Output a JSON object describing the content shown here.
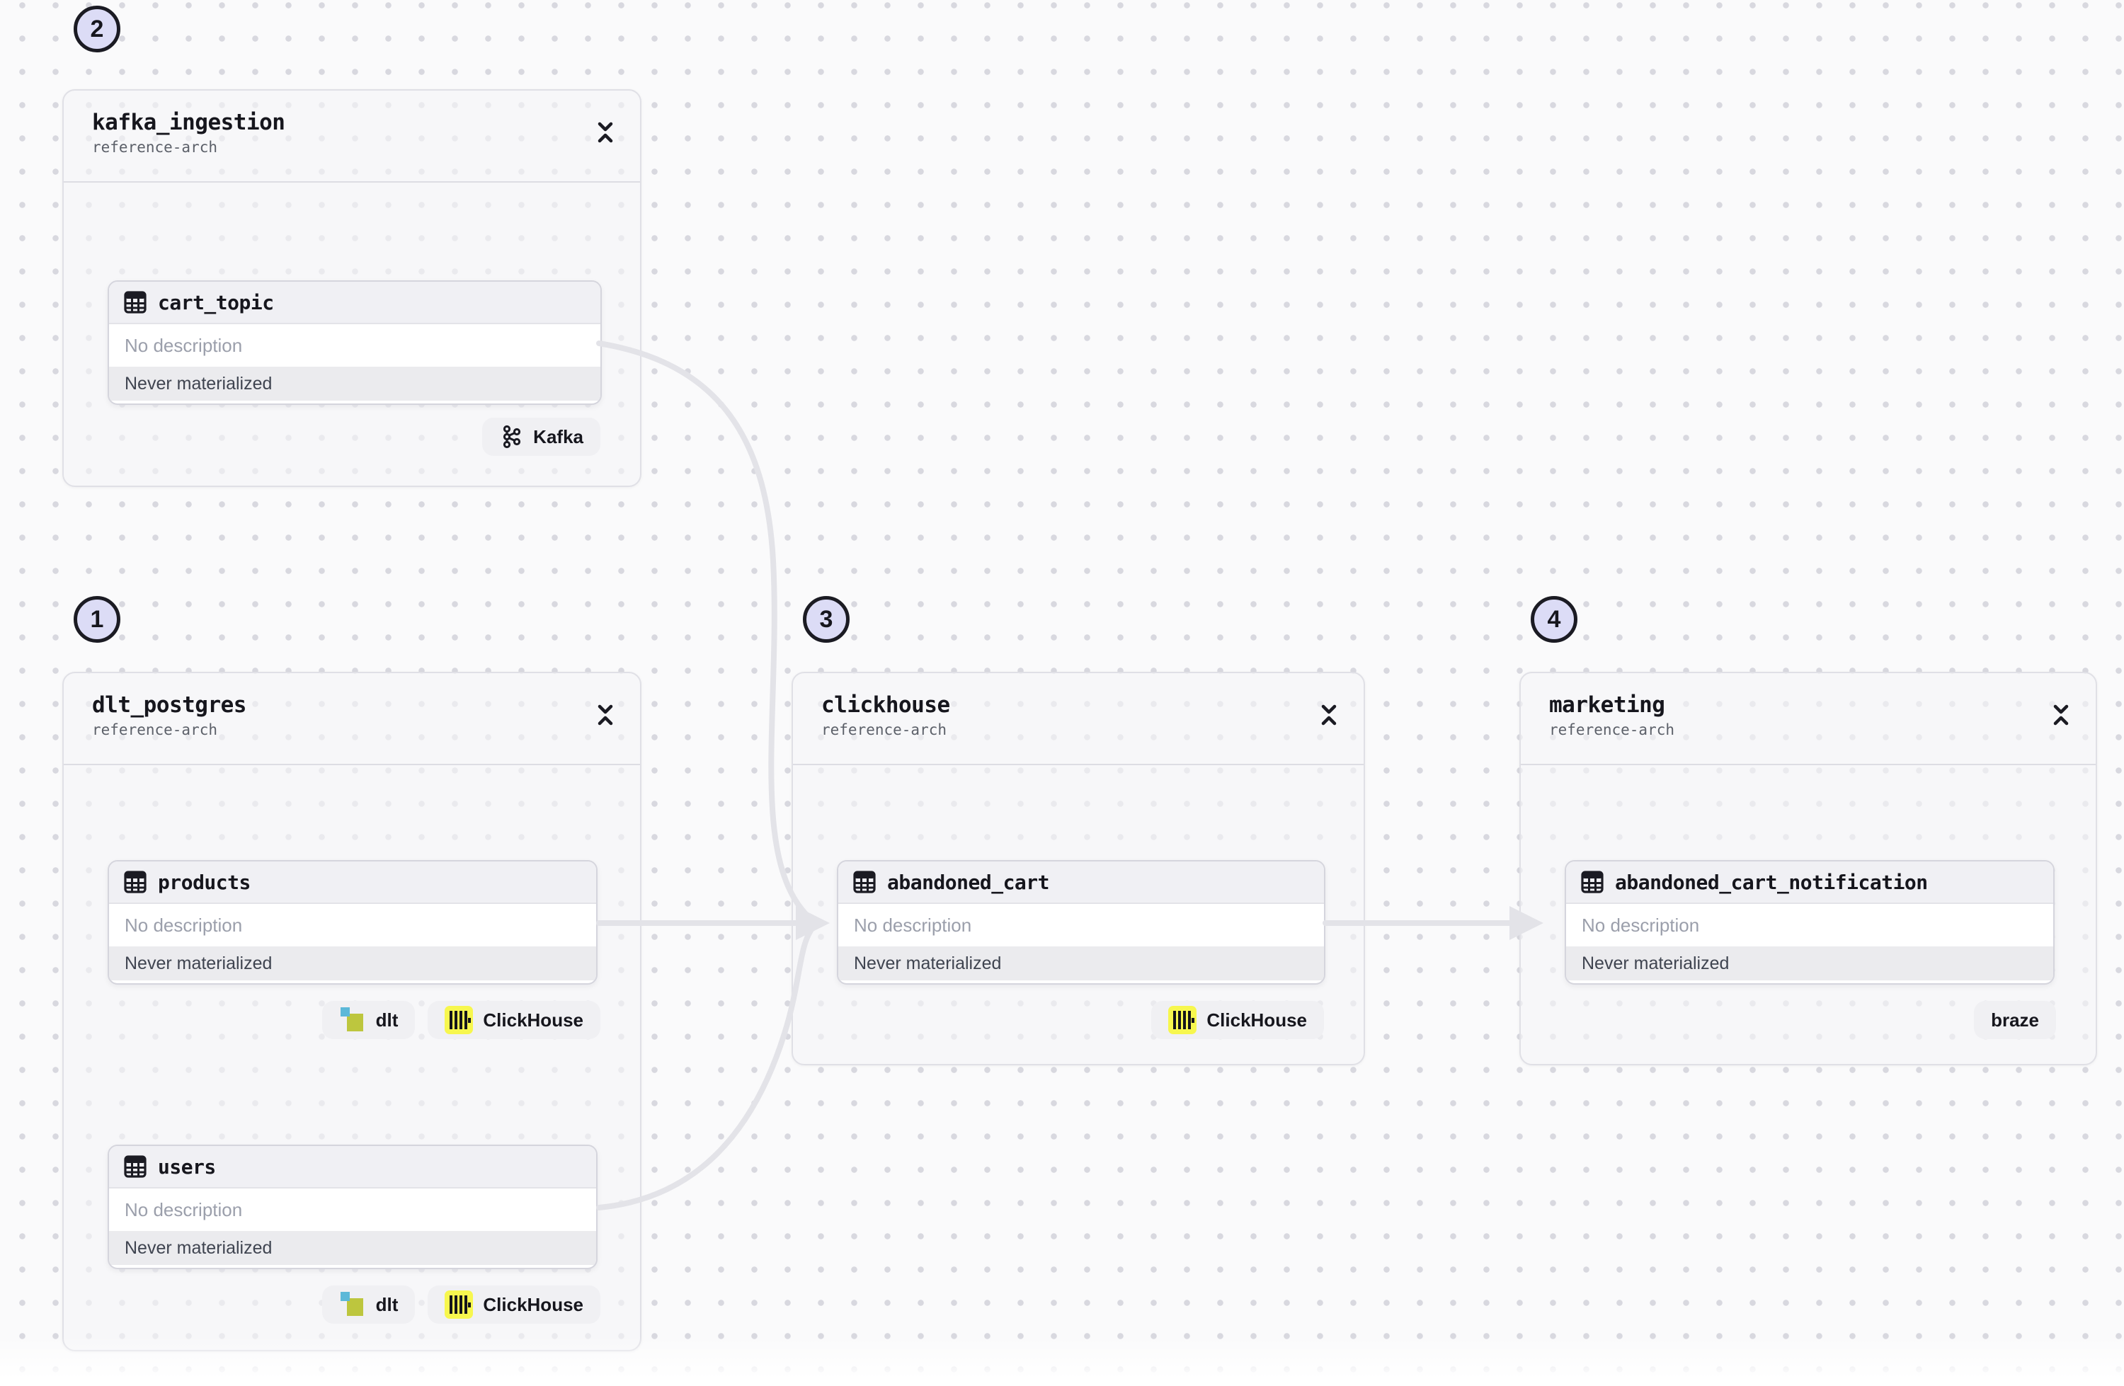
{
  "page": {
    "background": "#fafafb",
    "dot_color": "#d8d8df",
    "edge_color": "#e3e3e8",
    "badge_fill": "#dcdcf6",
    "badge_border": "#1b1b23",
    "accent_yellow": "#f7f74e",
    "dlt_blue": "#5cb8d8",
    "dlt_olive": "#bdc63e"
  },
  "groups": [
    {
      "badge": "1",
      "title": "dlt_postgres",
      "subtitle": "reference-arch",
      "assets": [
        {
          "name": "products",
          "description": "No description",
          "status": "Never materialized",
          "tags": [
            {
              "label": "dlt"
            },
            {
              "label": "ClickHouse"
            }
          ]
        },
        {
          "name": "users",
          "description": "No description",
          "status": "Never materialized",
          "tags": [
            {
              "label": "dlt"
            },
            {
              "label": "ClickHouse"
            }
          ]
        }
      ]
    },
    {
      "badge": "2",
      "title": "kafka_ingestion",
      "subtitle": "reference-arch",
      "assets": [
        {
          "name": "cart_topic",
          "description": "No description",
          "status": "Never materialized",
          "tags": [
            {
              "label": "Kafka"
            }
          ]
        }
      ]
    },
    {
      "badge": "3",
      "title": "clickhouse",
      "subtitle": "reference-arch",
      "assets": [
        {
          "name": "abandoned_cart",
          "description": "No description",
          "status": "Never materialized",
          "tags": [
            {
              "label": "ClickHouse"
            }
          ]
        }
      ]
    },
    {
      "badge": "4",
      "title": "marketing",
      "subtitle": "reference-arch",
      "assets": [
        {
          "name": "abandoned_cart_notification",
          "description": "No description",
          "status": "Never materialized",
          "tags": [
            {
              "label": "braze"
            }
          ]
        }
      ]
    }
  ]
}
